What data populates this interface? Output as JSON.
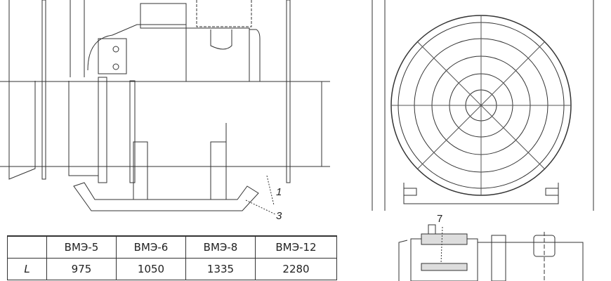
{
  "labels": {
    "part_1": "1",
    "part_3": "3",
    "part_7": "7"
  },
  "table": {
    "headers": [
      "",
      "ВМЭ-5",
      "ВМЭ-6",
      "ВМЭ-8",
      "ВМЭ-12"
    ],
    "rows": [
      {
        "param": "L",
        "values": [
          "975",
          "1050",
          "1335",
          "2280"
        ]
      }
    ]
  }
}
